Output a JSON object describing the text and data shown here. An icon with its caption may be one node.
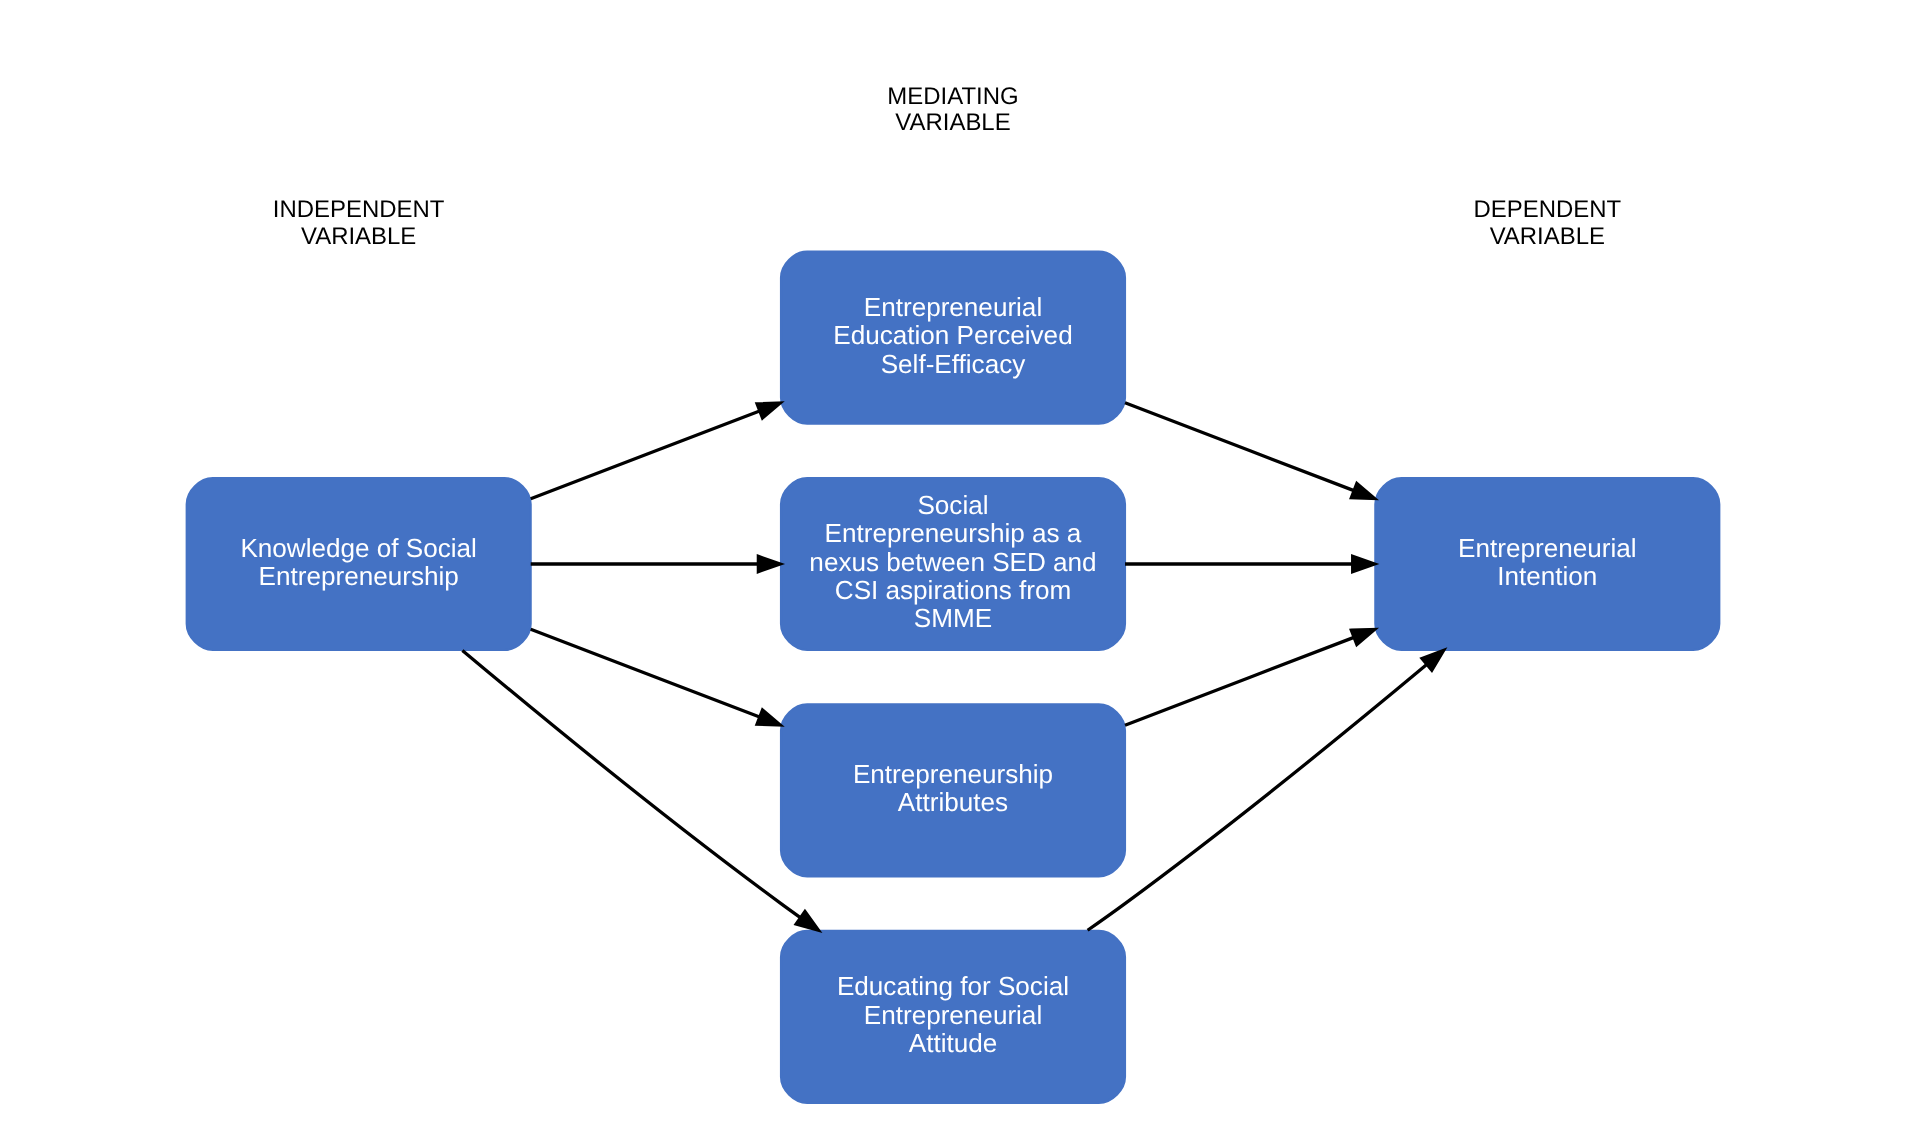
{
  "diagram": {
    "nodes": [
      {
        "text": [
          "Knowledge of Social Entrepreneurship"
        ]
      },
      {
        "text": [
          "Entrepreneurial Education Perceived Self-Efficacy"
        ]
      },
      {
        "text": [
          "Social Entrepreneurship as a nexus between SED and CSI aspirations from SMME"
        ]
      },
      {
        "text": [
          "Entrepreneurship Attributes"
        ]
      },
      {
        "text": [
          "Educating for Social Entrepreneurial Attitude"
        ]
      },
      {
        "text": [
          "Entrepreneurial Intention"
        ]
      }
    ],
    "edges": [
      {
        "from": 0,
        "to": 1,
        "arrow": "to"
      },
      {
        "from": 0,
        "to": 2,
        "arrow": "to"
      },
      {
        "from": 0,
        "to": 3,
        "arrow": "to"
      },
      {
        "from": 0,
        "to": 4,
        "arrow": "to"
      },
      {
        "from": 1,
        "to": 5,
        "arrow": "to"
      },
      {
        "from": 2,
        "to": 5,
        "arrow": "to"
      },
      {
        "from": 3,
        "to": 5,
        "arrow": "to"
      },
      {
        "from": 4,
        "to": 5,
        "arrow": "to"
      }
    ],
    "labels": [
      "INDEPENDENT VARIABLE",
      "MEDIATING VARIABLE",
      "DEPENDENT VARIABLE"
    ]
  }
}
